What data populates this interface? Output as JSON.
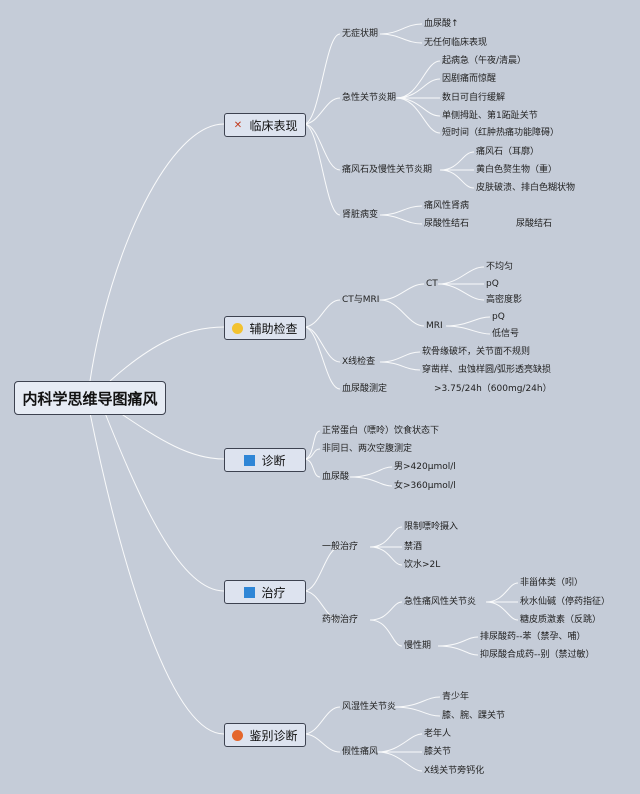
{
  "root": "内科学思维导图痛风",
  "icons": {
    "clinical": "tools-icon",
    "aux": "bulb-icon",
    "diag": "blue-square-icon",
    "treat": "blue-square-icon",
    "diff": "orange-dot-icon"
  },
  "clinical": {
    "title": "临床表现",
    "asymptomatic": {
      "label": "无症状期",
      "items": [
        "血尿酸↑",
        "无任何临床表现"
      ]
    },
    "acute": {
      "label": "急性关节炎期",
      "items": [
        "起病急（午夜/清晨）",
        "因剧痛而惊醒",
        "数日可自行缓解",
        "单侧拇趾、第1跖趾关节",
        "短时间（红肿热痛功能障碍）"
      ]
    },
    "tophus": {
      "label": "痛风石及慢性关节炎期",
      "items": [
        "痛风石（耳廓）",
        "黄白色赘生物（重）",
        "皮肤破溃、排白色糊状物"
      ]
    },
    "renal": {
      "label": "肾脏病变",
      "items": [
        "痛风性肾病",
        "尿酸性结石",
        "尿酸结石"
      ]
    }
  },
  "aux": {
    "title": "辅助检查",
    "ctmri": {
      "label": "CT与MRI",
      "ct": "CT",
      "ct_items": [
        "不均匀",
        "pQ",
        "高密度影"
      ],
      "mri": "MRI",
      "mri_items": [
        "pQ",
        "低信号"
      ]
    },
    "xray": {
      "label": "X线检查",
      "items": [
        "软骨缘破坏，关节面不规则",
        "穿凿样、虫蚀样圆/弧形透亮缺损"
      ]
    },
    "uric": {
      "label": "血尿酸测定",
      "value": ">3.75/24h（600mg/24h）"
    }
  },
  "diag": {
    "title": "诊断",
    "items": [
      "正常蛋白（嘌呤）饮食状态下",
      "非同日、两次空腹测定"
    ],
    "blood": {
      "label": "血尿酸",
      "items": [
        "男>420μmol/l",
        "女>360μmol/l"
      ]
    }
  },
  "treat": {
    "title": "治疗",
    "general": {
      "label": "一般治疗",
      "items": [
        "限制嘌呤摄入",
        "禁酒",
        "饮水>2L"
      ]
    },
    "drug": {
      "label": "药物治疗",
      "acute": {
        "label": "急性痛风性关节炎",
        "items": [
          "非甾体类（吲）",
          "秋水仙碱（停药指征）",
          "糖皮质激素（反跳）"
        ]
      },
      "chronic": {
        "label": "慢性期",
        "items": [
          "排尿酸药--苯（禁孕、哺）",
          "抑尿酸合成药--别（禁过敏）"
        ]
      }
    }
  },
  "diff": {
    "title": "鉴别诊断",
    "rheum": {
      "label": "风湿性关节炎",
      "items": [
        "青少年",
        "膝、腕、踝关节"
      ]
    },
    "pseudo": {
      "label": "假性痛风",
      "items": [
        "老年人",
        "膝关节",
        "X线关节旁钙化"
      ]
    }
  }
}
